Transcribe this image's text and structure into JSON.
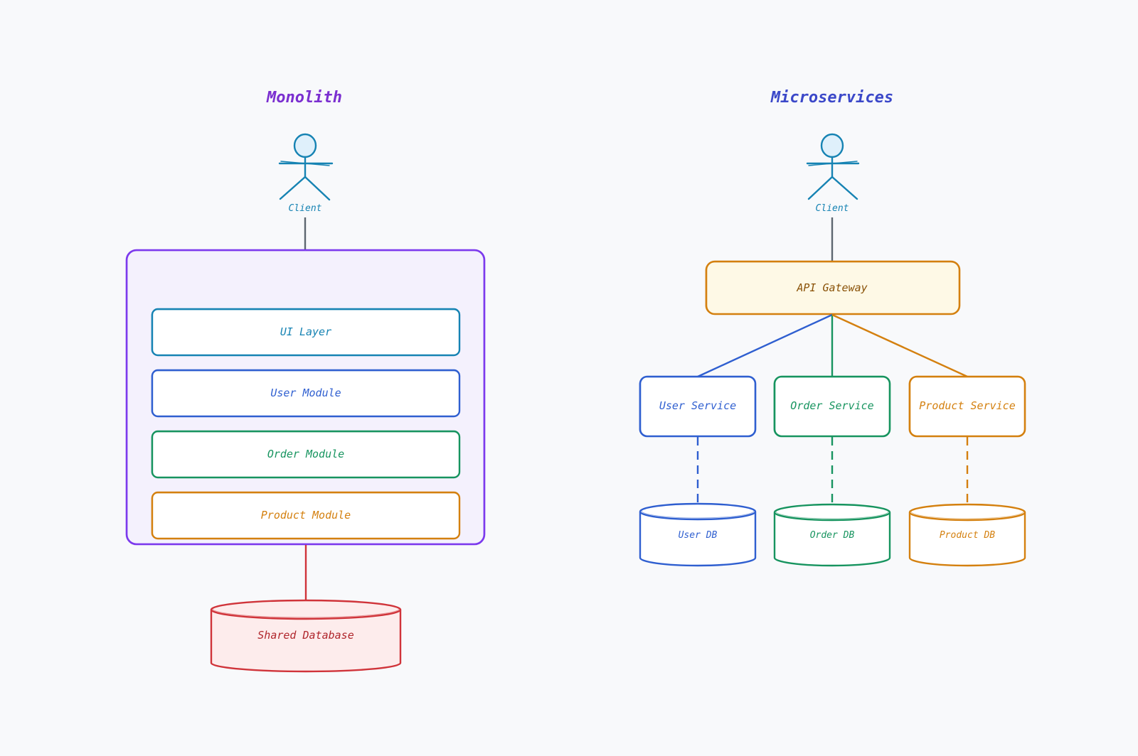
{
  "colors": {
    "background": "#f8f9fb",
    "purple": "#7c3aed",
    "purple_title": "#7b2fd0",
    "blue_title": "#3b48c9",
    "teal": "#1683b3",
    "blue": "#2f5fd0",
    "green": "#17945f",
    "orange": "#d4800f",
    "red": "#d0343a",
    "gray": "#5d6670",
    "purple_fill": "#f4f1fd",
    "gateway_fill": "#fef9e6",
    "db_red_fill": "#fdecec",
    "client_head_fill": "#dff0fb"
  },
  "monolith": {
    "title": "Monolith",
    "client_label": "Client",
    "layers": [
      {
        "label": "UI Layer",
        "color": "teal"
      },
      {
        "label": "User Module",
        "color": "blue"
      },
      {
        "label": "Order Module",
        "color": "green"
      },
      {
        "label": "Product Module",
        "color": "orange"
      }
    ],
    "database_label": "Shared Database"
  },
  "microservices": {
    "title": "Microservices",
    "client_label": "Client",
    "gateway_label": "API Gateway",
    "services": [
      {
        "label": "User Service",
        "db_label": "User DB",
        "color": "blue"
      },
      {
        "label": "Order Service",
        "db_label": "Order DB",
        "color": "green"
      },
      {
        "label": "Product Service",
        "db_label": "Product DB",
        "color": "orange"
      }
    ]
  },
  "icons": [
    "person-icon",
    "database-icon"
  ]
}
